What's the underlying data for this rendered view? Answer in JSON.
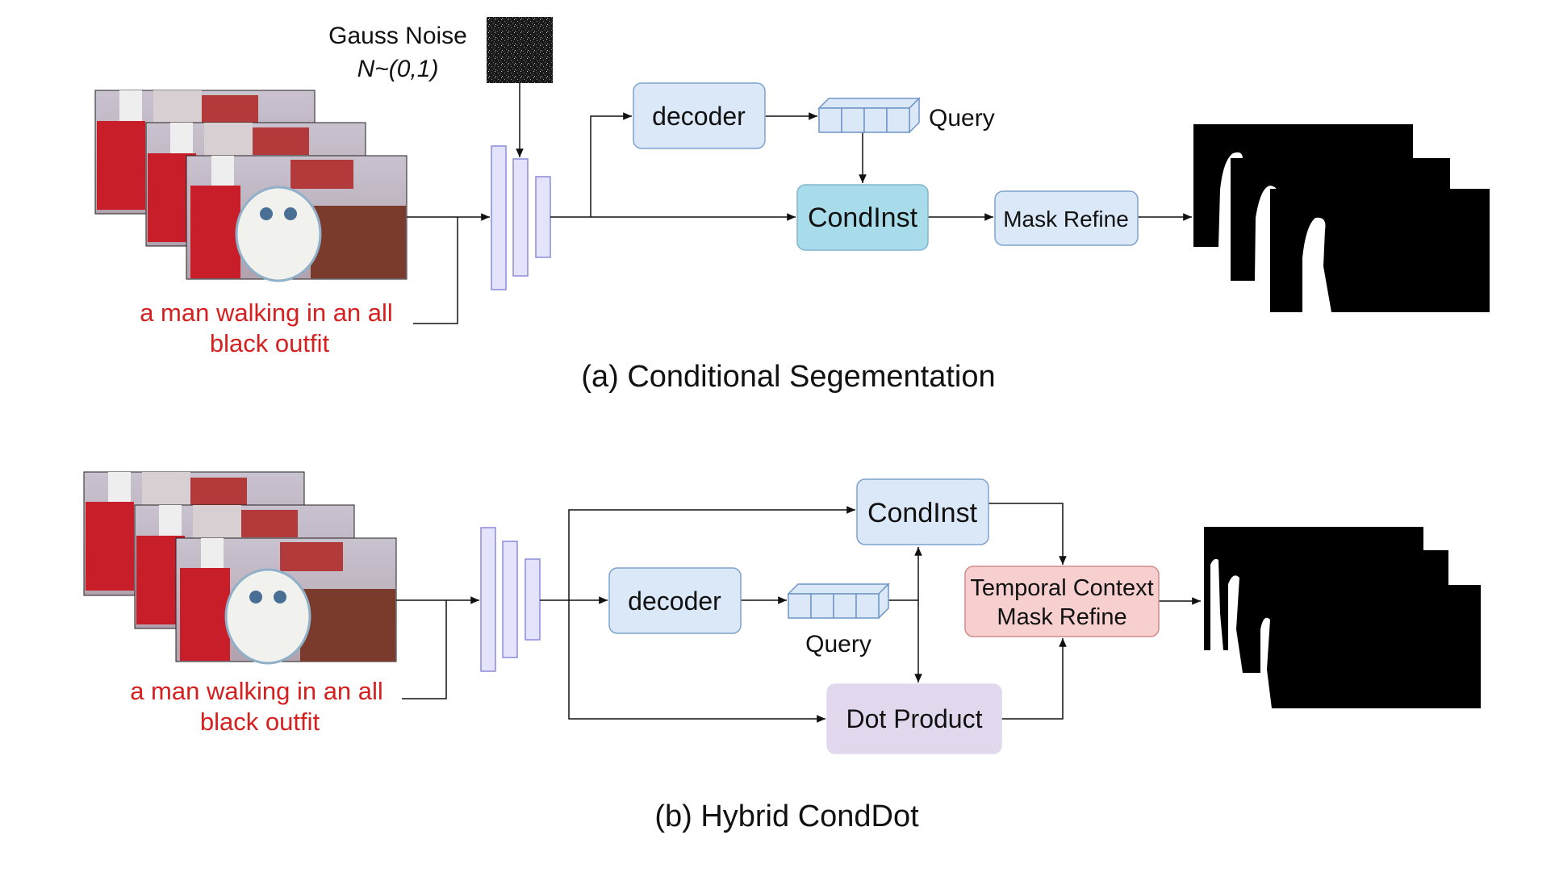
{
  "panel_a": {
    "noise_label": "Gauss Noise",
    "noise_formula": "N~(0,1)",
    "text_query": [
      "a man walking in an all",
      "black outfit"
    ],
    "decoder": "decoder",
    "query": "Query",
    "condinst": "CondInst",
    "mask_refine": "Mask Refine",
    "caption": "(a) Conditional Segementation"
  },
  "panel_b": {
    "text_query": [
      "a man walking in an all",
      "black outfit"
    ],
    "decoder": "decoder",
    "query": "Query",
    "condinst": "CondInst",
    "dot_product": "Dot Product",
    "temporal": [
      "Temporal Context",
      "Mask Refine"
    ],
    "caption": "(b) Hybrid CondDot"
  },
  "colors": {
    "encoder_fill": "#e3e3fb",
    "encoder_stroke": "#8b8bdc",
    "decoder_fill": "#dbe8f8",
    "box_stroke": "#7fa3cf",
    "condinst_a_fill": "#a9dcea",
    "mask_refine_fill": "#dbe8f8",
    "temporal_fill": "#f7cfcf",
    "temporal_stroke": "#d38a8a",
    "dot_product_fill": "#e2d8ee",
    "text_red": "#d61f1f"
  }
}
